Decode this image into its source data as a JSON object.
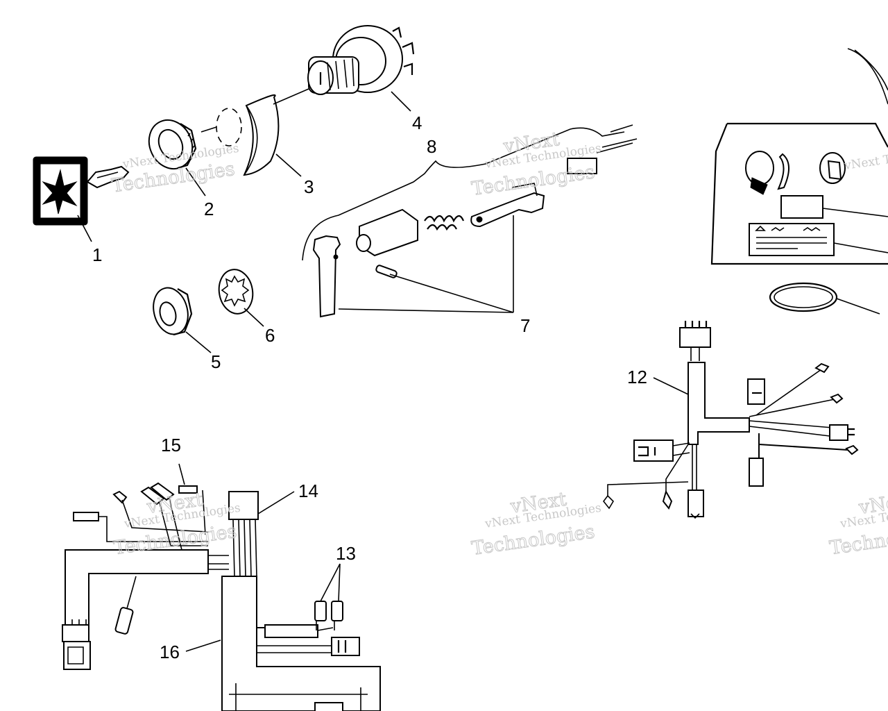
{
  "diagram": {
    "callouts": [
      {
        "id": "1",
        "label": "1"
      },
      {
        "id": "2",
        "label": "2"
      },
      {
        "id": "3",
        "label": "3"
      },
      {
        "id": "4",
        "label": "4"
      },
      {
        "id": "5",
        "label": "5"
      },
      {
        "id": "6",
        "label": "6"
      },
      {
        "id": "7",
        "label": "7"
      },
      {
        "id": "8",
        "label": "8"
      },
      {
        "id": "12",
        "label": "12"
      },
      {
        "id": "13",
        "label": "13"
      },
      {
        "id": "14",
        "label": "14"
      },
      {
        "id": "15",
        "label": "15"
      },
      {
        "id": "16",
        "label": "16"
      }
    ],
    "watermark": {
      "line1": "vNext Technologies",
      "line2": "vNext",
      "line3": "Technologies"
    }
  }
}
